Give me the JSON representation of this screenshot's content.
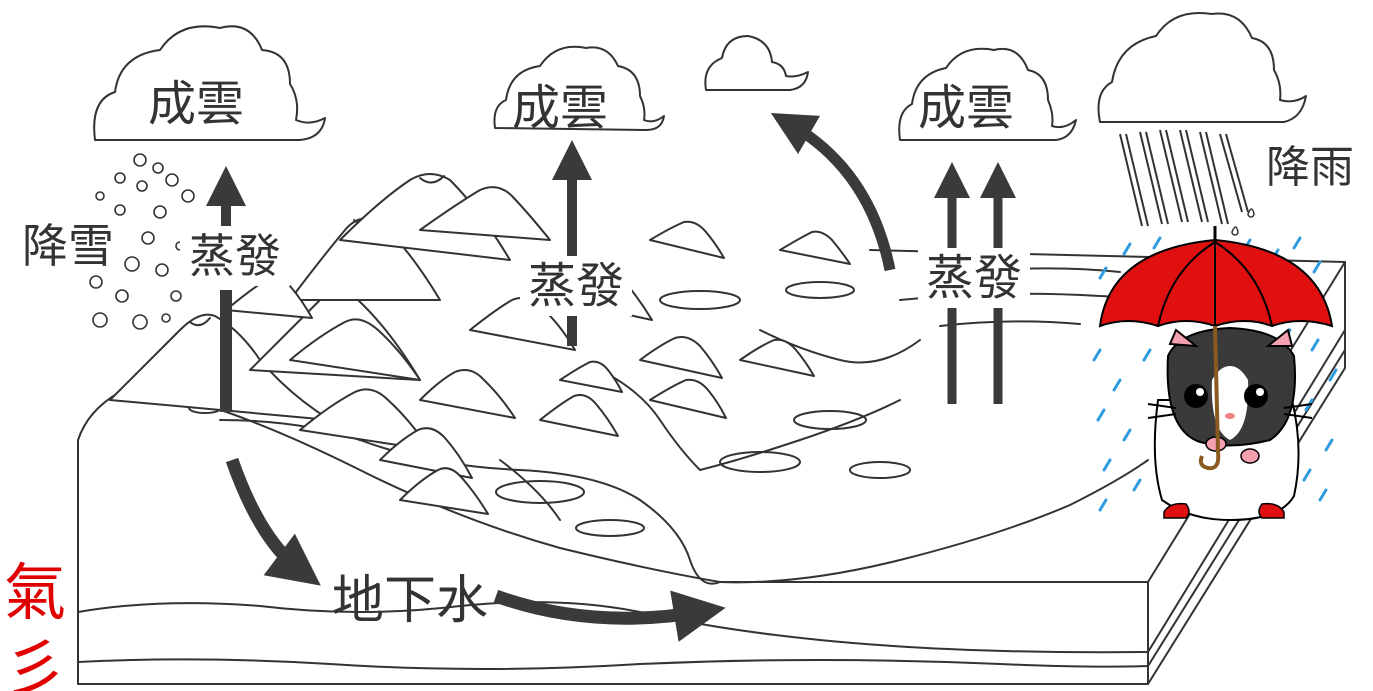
{
  "labels": {
    "cloud_1": "成雲",
    "cloud_2": "成雲",
    "cloud_3": "成雲",
    "evap_1": "蒸發",
    "evap_2": "蒸發",
    "evap_3": "蒸發",
    "snowfall": "降雪",
    "rainfall": "降雨",
    "groundwater": "地下水"
  },
  "edge_text": {
    "char_1": "氣",
    "char_2": "彡"
  },
  "colors": {
    "line": "#333333",
    "arrow": "#3a3a3a",
    "umbrella": "#e01010",
    "rain_drops": "#2f9ce0",
    "edge_text": "#e00000"
  }
}
